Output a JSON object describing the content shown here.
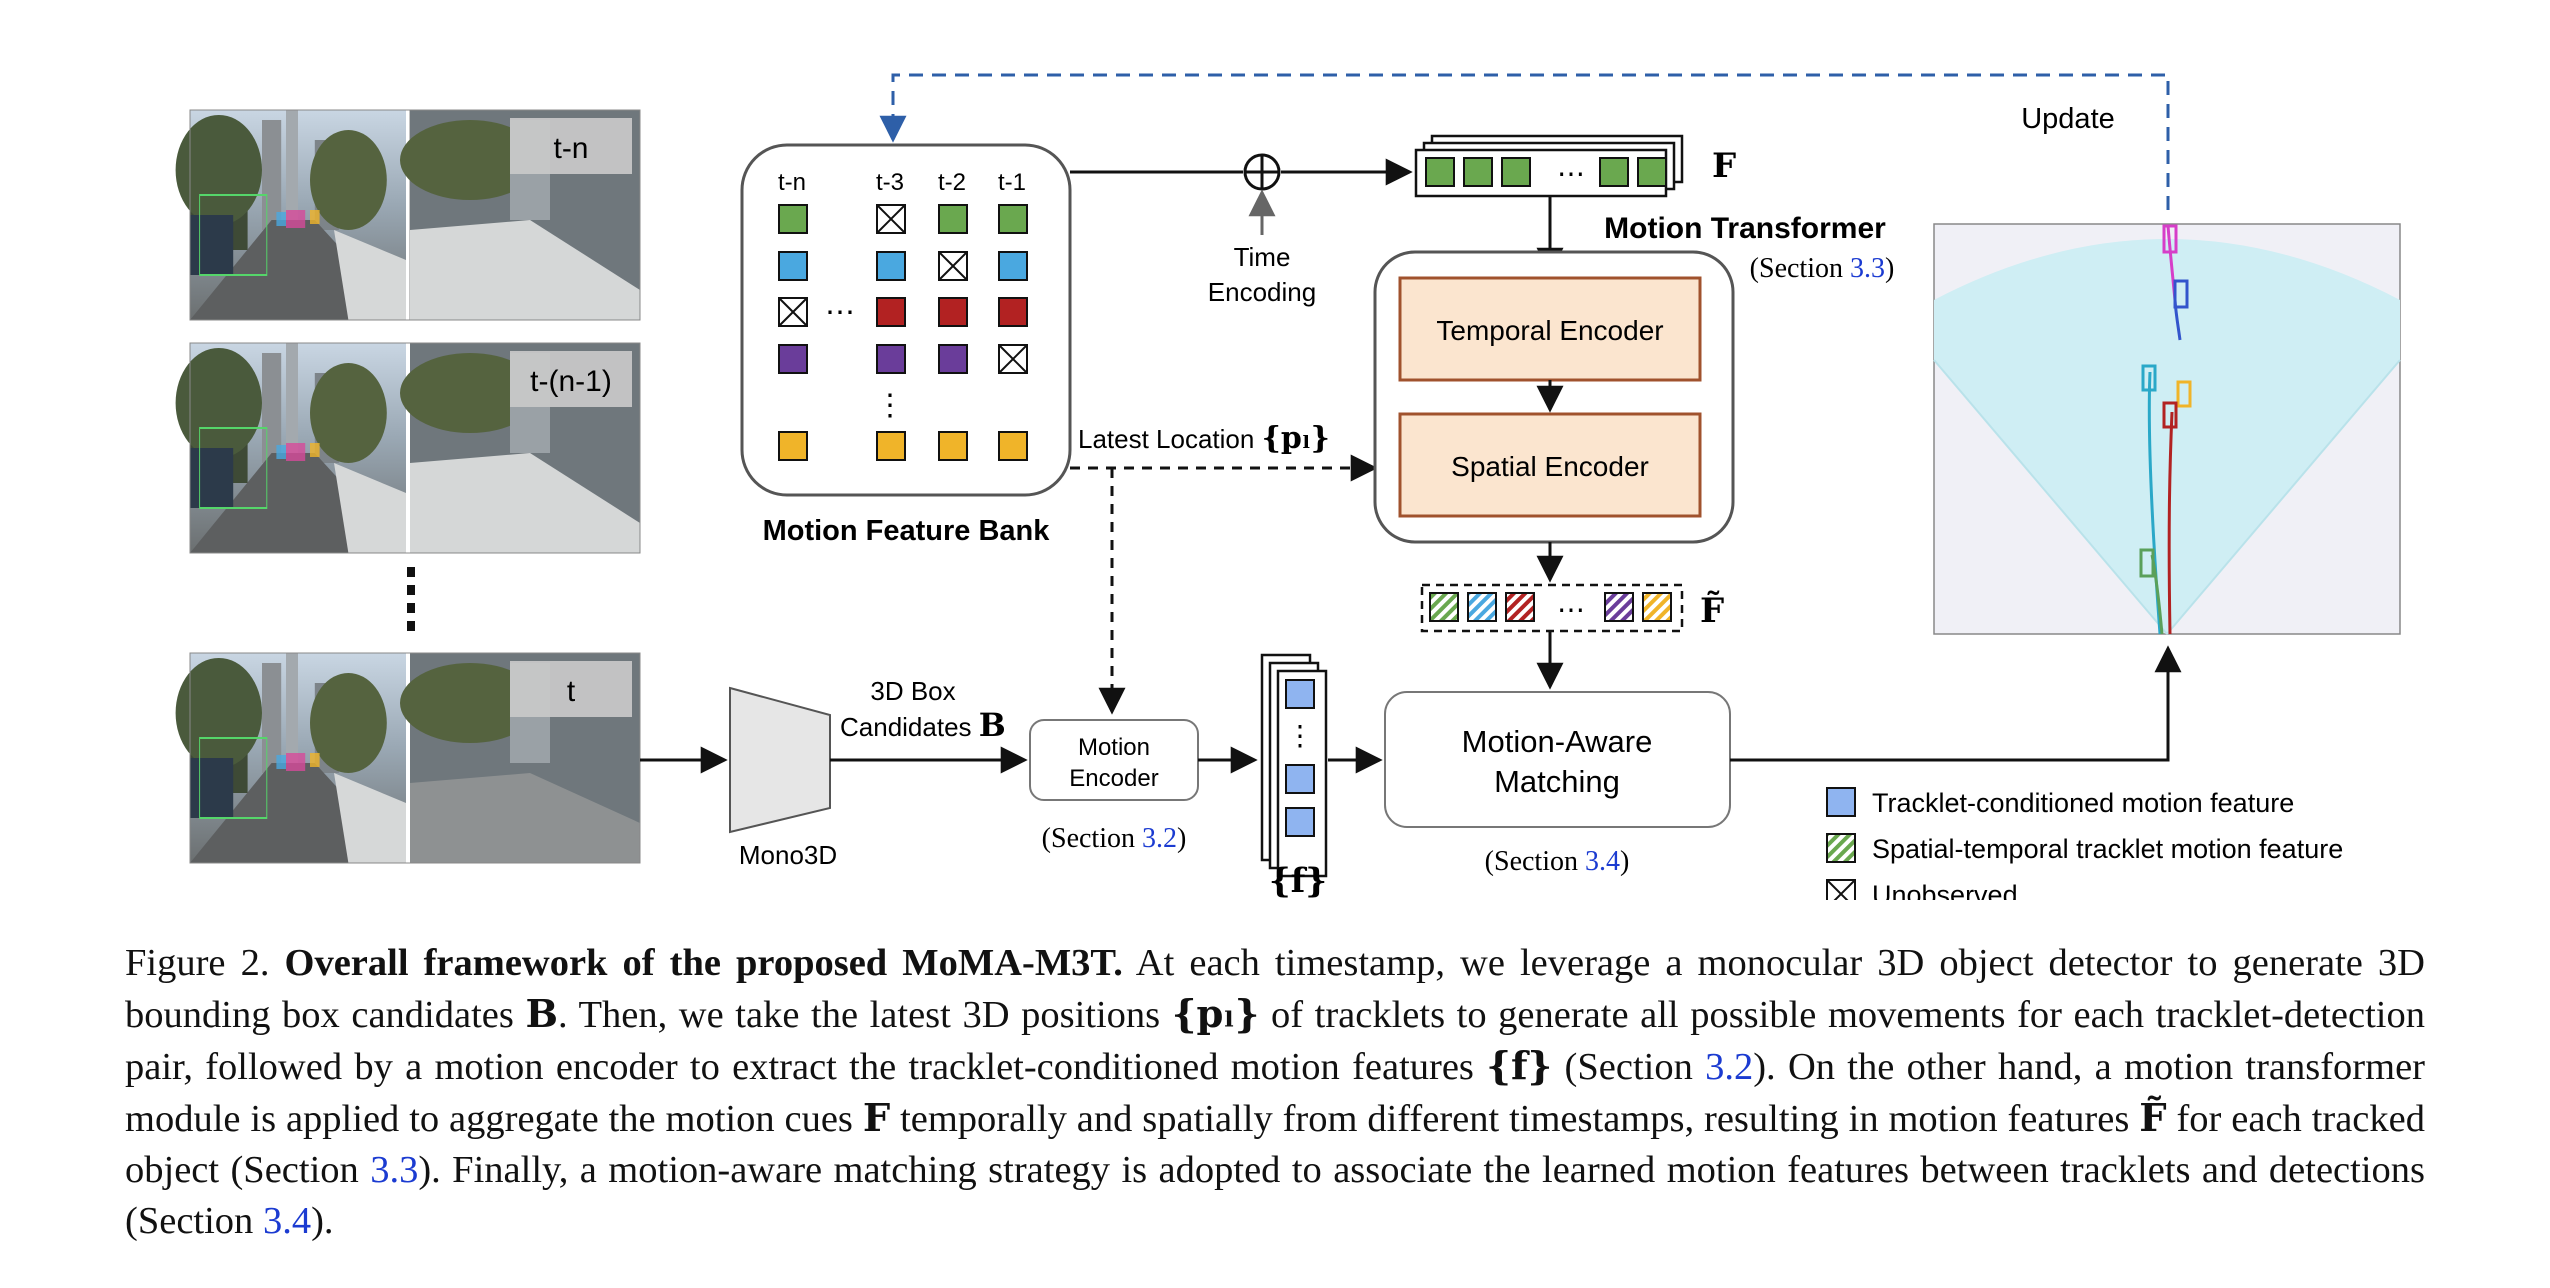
{
  "frames": [
    {
      "label": "t-n"
    },
    {
      "label": "t-(n-1)"
    },
    {
      "label": "t"
    }
  ],
  "feature_bank": {
    "title": "Motion Feature Bank",
    "columns": [
      "t-n",
      "t-3",
      "t-2",
      "t-1"
    ],
    "ellipsis": "⋯",
    "vertical_ellipsis": "⋮",
    "grid": [
      [
        "green",
        "unobserved",
        "green",
        "green"
      ],
      [
        "blue",
        "blue",
        "unobserved",
        "blue"
      ],
      [
        "unobserved",
        "red",
        "red",
        "red"
      ],
      [
        "purple",
        "purple",
        "purple",
        "unobserved"
      ],
      [
        "yellow",
        "yellow",
        "yellow",
        "yellow"
      ]
    ]
  },
  "time_encoding": {
    "line1": "Time",
    "line2": "Encoding"
  },
  "latest_location": {
    "text": "Latest Location ",
    "math": "{pₗ}"
  },
  "feature_F": {
    "symbol": "F",
    "ellipsis": "⋯",
    "cells": [
      "green",
      "green",
      "green",
      "green",
      "green"
    ]
  },
  "motion_transformer": {
    "title": "Motion Transformer",
    "section": "(Section ",
    "section_ref": "3.3",
    "section_close": ")",
    "temporal_label": "Temporal Encoder",
    "spatial_label": "Spatial Encoder"
  },
  "feature_F_tilde": {
    "symbol": "F̃",
    "ellipsis": "⋯",
    "cells": [
      "green",
      "blue",
      "red",
      "purple",
      "yellow"
    ]
  },
  "mono3d": {
    "label": "Mono3D"
  },
  "box_candidates": {
    "line1": "3D Box",
    "line2": "Candidates ",
    "symbol": "B"
  },
  "motion_encoder": {
    "line1": "Motion",
    "line2": "Encoder",
    "section": "(Section ",
    "section_ref": "3.2",
    "section_close": ")"
  },
  "feature_f": {
    "symbol": "{f}",
    "ellipsis": "⋮"
  },
  "matching": {
    "line1": "Motion-Aware",
    "line2": "Matching",
    "section": "(Section ",
    "section_ref": "3.4",
    "section_close": ")"
  },
  "update_label": "Update",
  "legend": [
    {
      "swatch": "blue",
      "label": "Tracklet-conditioned motion feature"
    },
    {
      "swatch": "hatched-green",
      "label": "Spatial-temporal tracklet motion feature"
    },
    {
      "swatch": "unobserved",
      "label": "Unobserved"
    }
  ],
  "colors": {
    "green": "#6aa84f",
    "blue": "#4aa8e0",
    "red": "#b22222",
    "purple": "#6a3d9a",
    "yellow": "#f0b429",
    "box_fill": "#fbe5cf",
    "box_stroke": "#a0522d",
    "dashed_blue": "#2e5fa8",
    "bev_bg": "#f0f0f6",
    "bev_fov": "#cfeef4"
  },
  "caption": {
    "fig_label": "Figure 2. ",
    "fig_title": "Overall framework of the proposed MoMA-M3T.",
    "text_1": " At each timestamp, we leverage a monocular 3D object detector to generate 3D bounding box candidates ",
    "math_B": "B",
    "text_2": ". Then, we take the latest 3D positions ",
    "math_pl": "{pₗ}",
    "text_3": " of tracklets to generate all possible movements for each tracklet-detection pair, followed by a motion encoder to extract the tracklet-conditioned motion features ",
    "math_f": "{f}",
    "text_4": " (Section ",
    "ref_1": "3.2",
    "text_5": "). On the other hand, a motion transformer module is applied to aggregate the motion cues ",
    "math_F": "F",
    "text_6": " temporally and spatially from different timestamps, resulting in motion features ",
    "math_Ft": "F̃",
    "text_7": " for each tracked object (Section ",
    "ref_2": "3.3",
    "text_8": "). Finally, a motion-aware matching strategy is adopted to associate the learned motion features between tracklets and detections (Section ",
    "ref_3": "3.4",
    "text_9": ")."
  }
}
